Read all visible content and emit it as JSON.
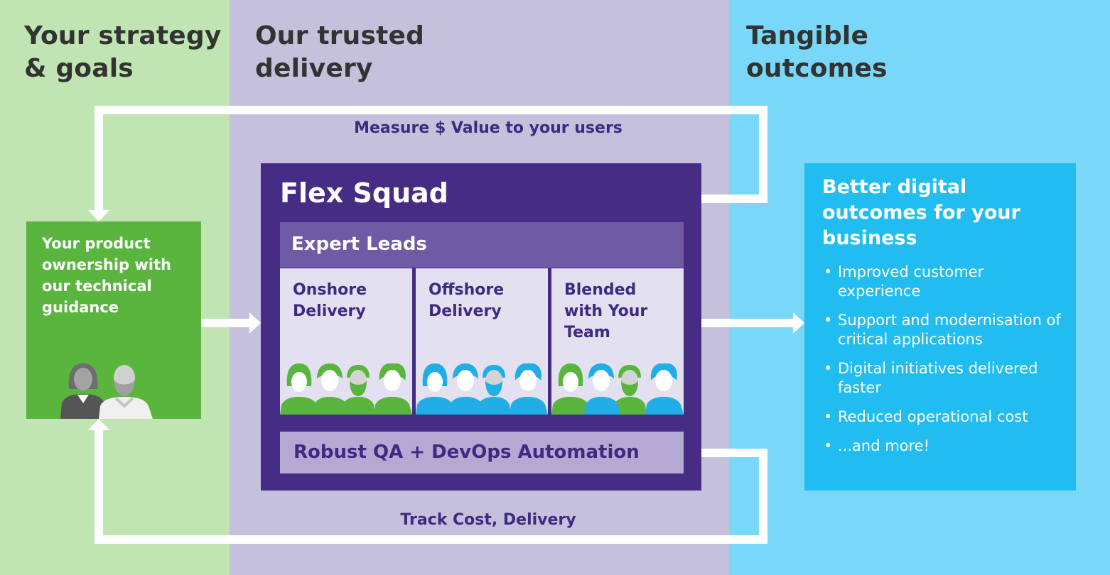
{
  "columns": {
    "left_heading": "Your strategy\n& goals",
    "middle_heading": "Our trusted\ndelivery",
    "right_heading": "Tangible\noutcomes"
  },
  "flows": {
    "top_label": "Measure $ Value to your users",
    "bottom_label": "Track Cost, Delivery"
  },
  "product_ownership": {
    "text": "Your product ownership with our technical guidance"
  },
  "flex_squad": {
    "title": "Flex Squad",
    "expert_leads": "Expert Leads",
    "teams": [
      {
        "label": "Onshore Delivery"
      },
      {
        "label": "Offshore Delivery"
      },
      {
        "label": "Blended with Your Team"
      }
    ],
    "qa_label": "Robust QA + DevOps Automation"
  },
  "outcomes": {
    "title": "Better digital outcomes for your business",
    "items": [
      "Improved customer experience",
      "Support and modernisation of critical applications",
      "Digital initiatives delivered faster",
      "Reduced operational cost",
      "...and more!"
    ],
    "bullet": "•"
  },
  "colors": {
    "green_column": "#c0e5b2",
    "purple_column": "#c5c0dc",
    "blue_column": "#79d8f8",
    "green_box": "#5ab53f",
    "squad_purple": "#462c85",
    "expert_purple": "#6f5ba5",
    "qa_lavender": "#b3a9d2",
    "outcome_blue": "#21bdf0",
    "label_purple": "#3e2a80"
  }
}
